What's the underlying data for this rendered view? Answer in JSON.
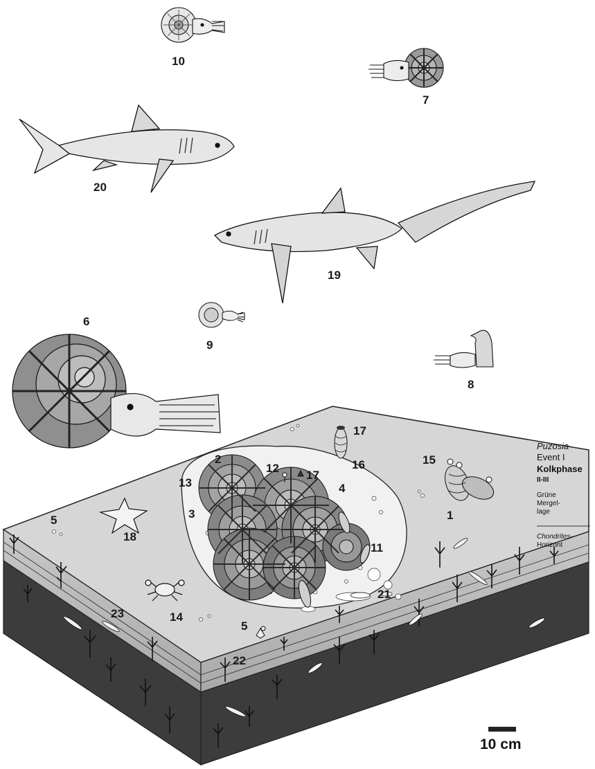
{
  "labels": {
    "n1": "1",
    "n2": "2",
    "n3": "3",
    "n4": "4",
    "n5a": "5",
    "n5b": "5",
    "n6": "6",
    "n7": "7",
    "n8": "8",
    "n9": "9",
    "n10": "10",
    "n11": "11",
    "n12": "12",
    "n13": "13",
    "n14": "14",
    "n15": "15",
    "n16": "16",
    "n17a": "17",
    "n17b": "17",
    "n18": "18",
    "n19": "19",
    "n20": "20",
    "n21": "21",
    "n22": "22",
    "n23": "23"
  },
  "legend": {
    "event_italic": "Puzosia-",
    "event_label": "Event I",
    "phase_title": "Kolkphase",
    "phase_range": "II-III",
    "layer_green_1": "Grüne",
    "layer_green_2": "Mergel-",
    "layer_green_3": "lage",
    "horizon_italic": "Chondrites-",
    "horizon_label": "Horizont"
  },
  "scale": {
    "label": "10 cm"
  },
  "colors": {
    "sediment_top": "#d9d9d9",
    "sediment_side_light": "#c4c4c4",
    "sediment_dark": "#3a3a3a",
    "hollow": "#f2f2f2",
    "animal_fill": "#e6e6e6",
    "ink": "#1a1a1a"
  }
}
